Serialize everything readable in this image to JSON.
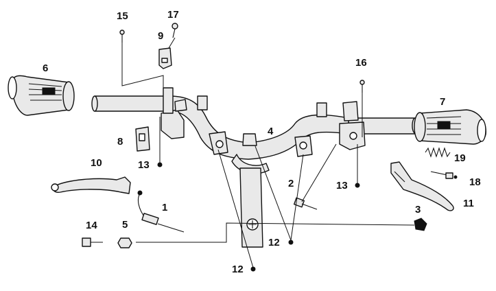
{
  "diagram": {
    "callouts": [
      {
        "id": "c1",
        "label": "1"
      },
      {
        "id": "c2",
        "label": "2"
      },
      {
        "id": "c3",
        "label": "3"
      },
      {
        "id": "c4",
        "label": "4"
      },
      {
        "id": "c5",
        "label": "5"
      },
      {
        "id": "c6",
        "label": "6"
      },
      {
        "id": "c7",
        "label": "7"
      },
      {
        "id": "c8",
        "label": "8"
      },
      {
        "id": "c9",
        "label": "9"
      },
      {
        "id": "c10",
        "label": "10"
      },
      {
        "id": "c11",
        "label": "11"
      },
      {
        "id": "c12a",
        "label": "12"
      },
      {
        "id": "c12b",
        "label": "12"
      },
      {
        "id": "c13a",
        "label": "13"
      },
      {
        "id": "c13b",
        "label": "13"
      },
      {
        "id": "c14",
        "label": "14"
      },
      {
        "id": "c15",
        "label": "15"
      },
      {
        "id": "c16",
        "label": "16"
      },
      {
        "id": "c17",
        "label": "17"
      },
      {
        "id": "c18",
        "label": "18"
      },
      {
        "id": "c19",
        "label": "19"
      }
    ],
    "colors": {
      "line": "#111111",
      "part_fill": "#e9e9e9",
      "background": "#ffffff"
    }
  }
}
